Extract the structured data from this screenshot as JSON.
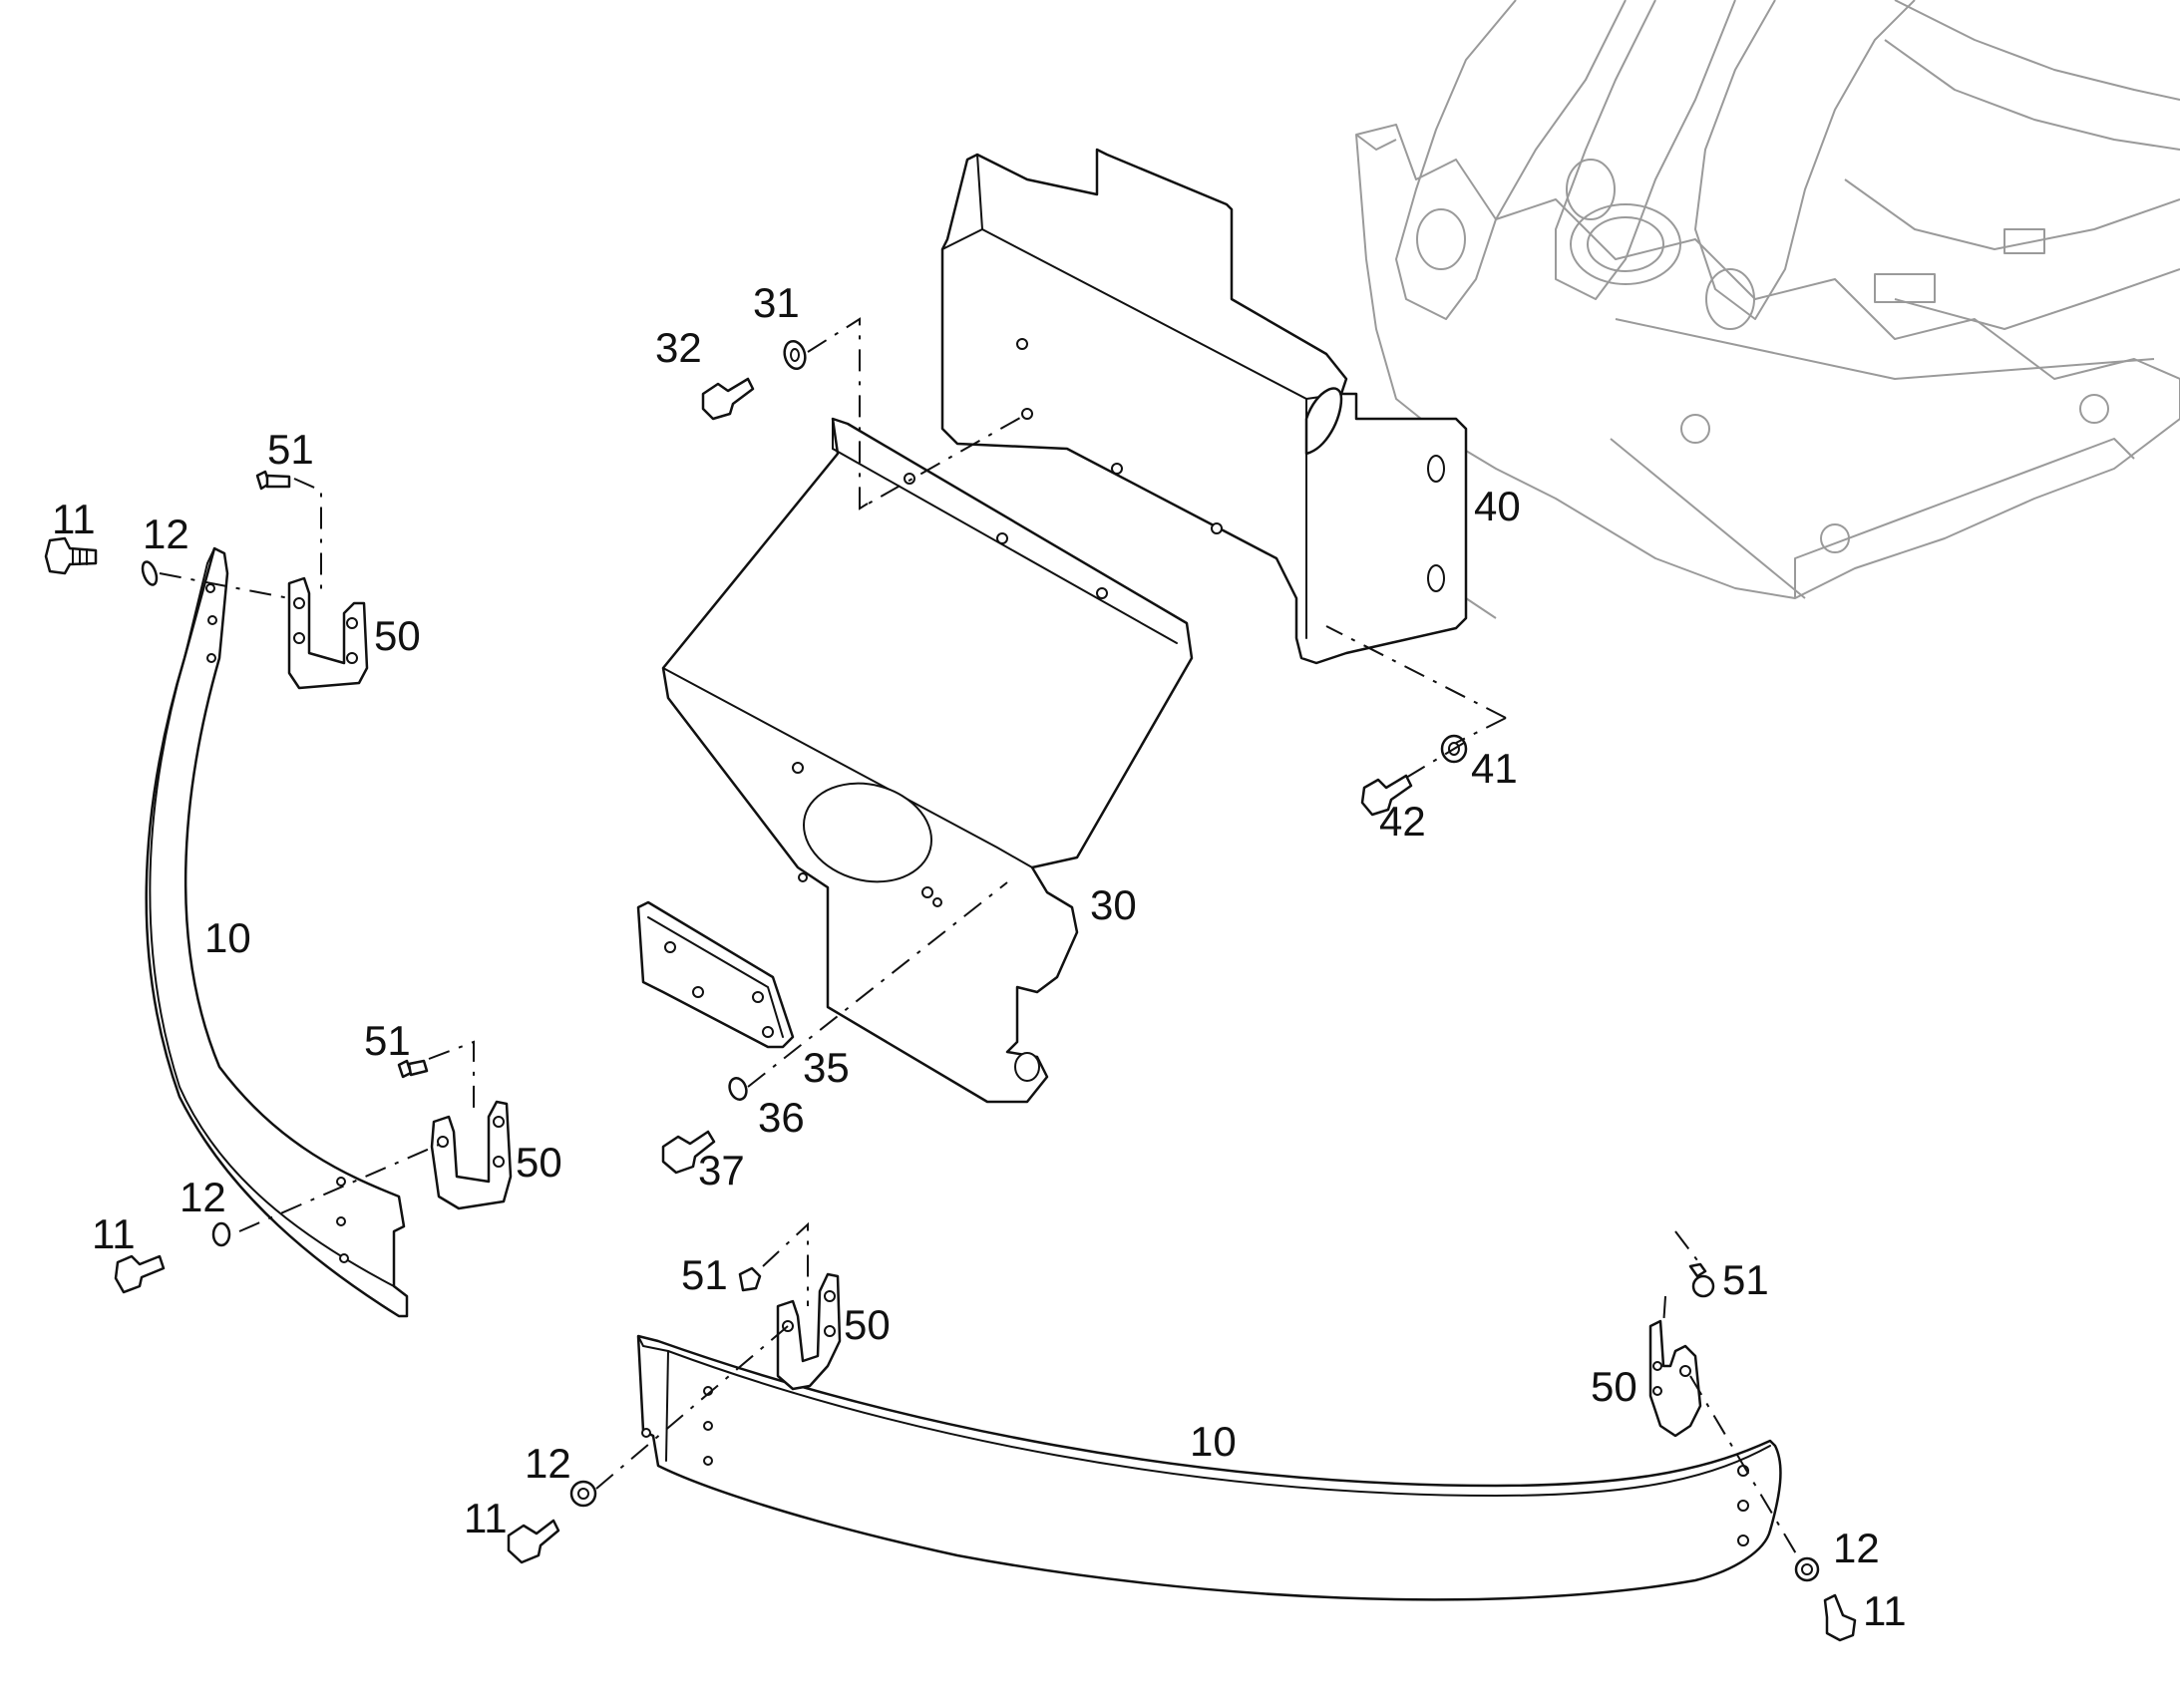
{
  "callouts": {
    "guard_strip_left": "10",
    "guard_strip_bottom": "10",
    "bolt_top_left": "11",
    "washer_top_left": "12",
    "bolt_mid_left": "11",
    "washer_mid_left": "12",
    "bolt_bottom_left": "11",
    "washer_bottom_left": "12",
    "bolt_bottom_right": "11",
    "washer_bottom_right": "12",
    "center_guard": "30",
    "washer_31": "31",
    "bolt_32": "32",
    "cover_plate": "35",
    "washer_36": "36",
    "bolt_37": "37",
    "rear_plate": "40",
    "washer_41": "41",
    "bolt_42": "42",
    "bracket_top_left": "50",
    "bracket_mid_left": "50",
    "bracket_bottom_left": "50",
    "bracket_bottom_right": "50",
    "screw_top_left": "51",
    "screw_mid_left": "51",
    "screw_bottom_left": "51",
    "screw_bottom_right": "51"
  }
}
